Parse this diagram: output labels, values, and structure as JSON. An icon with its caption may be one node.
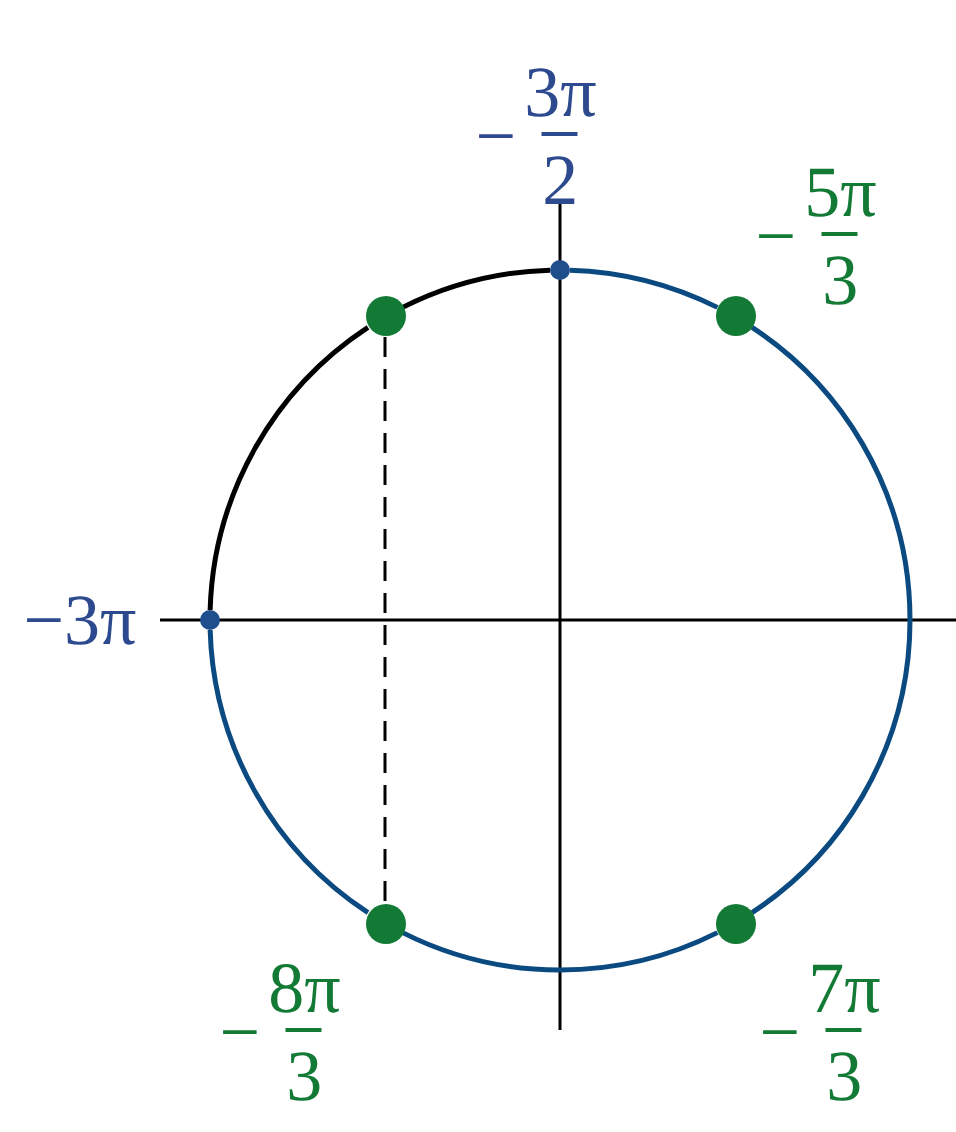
{
  "diagram": {
    "nodes": [
      {
        "text": [],
        "shape": "circle",
        "beside": [
          "−",
          "3π",
          "2"
        ]
      },
      {
        "text": [],
        "shape": "circle"
      },
      {
        "text": [],
        "shape": "circle",
        "beside": [
          "−",
          "5π",
          "3"
        ]
      },
      {
        "text": [],
        "shape": "circle",
        "beside": [
          "−3π"
        ]
      },
      {
        "text": [],
        "shape": "circle",
        "beside": [
          "−",
          "8π",
          "3"
        ]
      },
      {
        "text": [],
        "shape": "circle",
        "beside": [
          "−",
          "7π",
          "3"
        ]
      }
    ],
    "edges": [
      {
        "from": 1,
        "to": 4,
        "arrow": "none",
        "style": "dashed",
        "color": "#000000"
      },
      {
        "from": 0,
        "to": 2,
        "arrow": "none"
      },
      {
        "from": 2,
        "to": 5,
        "arrow": "none"
      },
      {
        "from": 5,
        "to": 4,
        "arrow": "none"
      },
      {
        "from": 4,
        "to": 3,
        "arrow": "none"
      },
      {
        "from": 3,
        "to": 1,
        "arrow": "none",
        "color": "#000000"
      },
      {
        "from": 1,
        "to": 0,
        "arrow": "none",
        "color": "#000000"
      }
    ]
  }
}
